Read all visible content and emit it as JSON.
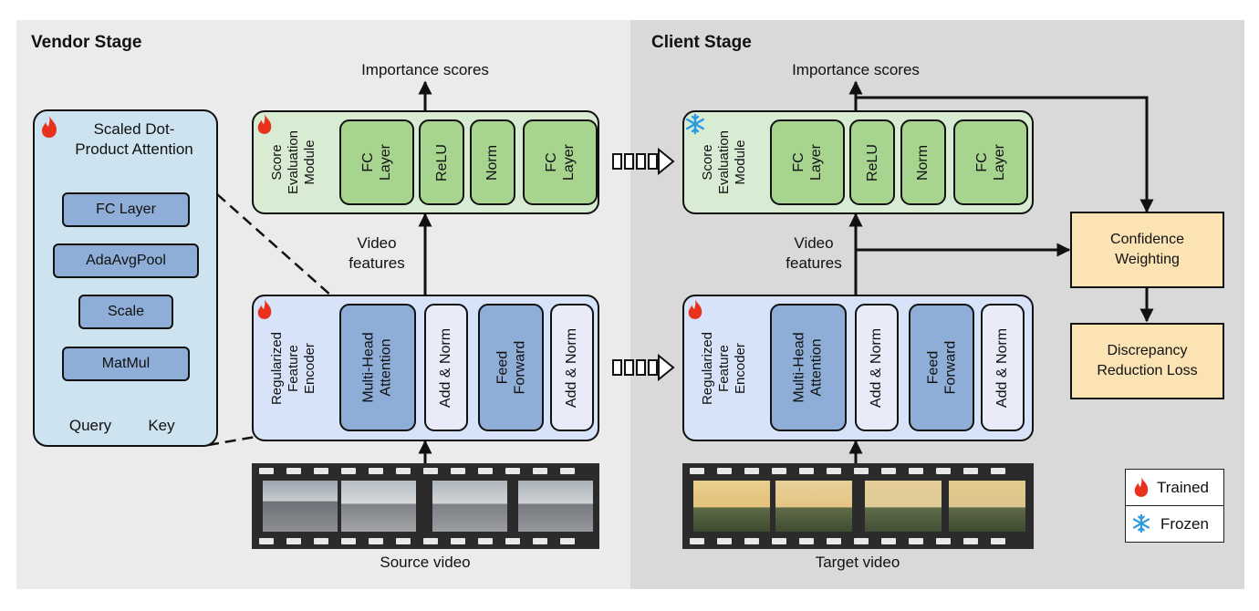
{
  "vendor": {
    "title": "Vendor Stage",
    "importance_label": "Importance scores",
    "features_label": "Video\nfeatures",
    "video_label": "Source video",
    "score_module": {
      "title": "Score\nEvaluation\nModule",
      "layers": [
        "FC\nLayer",
        "ReLU",
        "Norm",
        "FC\nLayer"
      ],
      "icon": "flame-icon"
    },
    "encoder": {
      "title": "Regularized\nFeature\nEncoder",
      "layers": [
        "Multi-Head\nAttention",
        "Add & Norm",
        "Feed\nForward",
        "Add & Norm"
      ],
      "icon": "flame-icon"
    }
  },
  "client": {
    "title": "Client Stage",
    "importance_label": "Importance scores",
    "features_label": "Video\nfeatures",
    "video_label": "Target video",
    "score_module": {
      "title": "Score\nEvaluation\nModule",
      "layers": [
        "FC\nLayer",
        "ReLU",
        "Norm",
        "FC\nLayer"
      ],
      "icon": "snowflake-icon"
    },
    "encoder": {
      "title": "Regularized\nFeature\nEncoder",
      "layers": [
        "Multi-Head\nAttention",
        "Add & Norm",
        "Feed\nForward",
        "Add & Norm"
      ],
      "icon": "flame-icon"
    }
  },
  "sdpa": {
    "title": "Scaled Dot-\nProduct Attention",
    "blocks": [
      "FC Layer",
      "AdaAvgPool",
      "Scale",
      "MatMul"
    ],
    "inputs": [
      "Query",
      "Key"
    ],
    "icon": "flame-icon"
  },
  "side_boxes": {
    "confidence": "Confidence\nWeighting",
    "discrepancy": "Discrepancy\nReduction Loss"
  },
  "legend": [
    {
      "icon": "flame-icon",
      "label": "Trained"
    },
    {
      "icon": "snowflake-icon",
      "label": "Frozen"
    }
  ],
  "colors": {
    "vendor_bg": "#ebebeb",
    "client_bg": "#d9d9d9",
    "green_module": "#d8ecd3",
    "green_layer": "#a7d58f",
    "blue_module": "#d6e3f8",
    "blue_layer": "#8eaed7",
    "light_layer": "#e9ecf8",
    "sdpa_bg": "#cde3ef",
    "orange": "#fbe3b4",
    "flame": "#e8321e",
    "snow": "#2a9ae0"
  }
}
